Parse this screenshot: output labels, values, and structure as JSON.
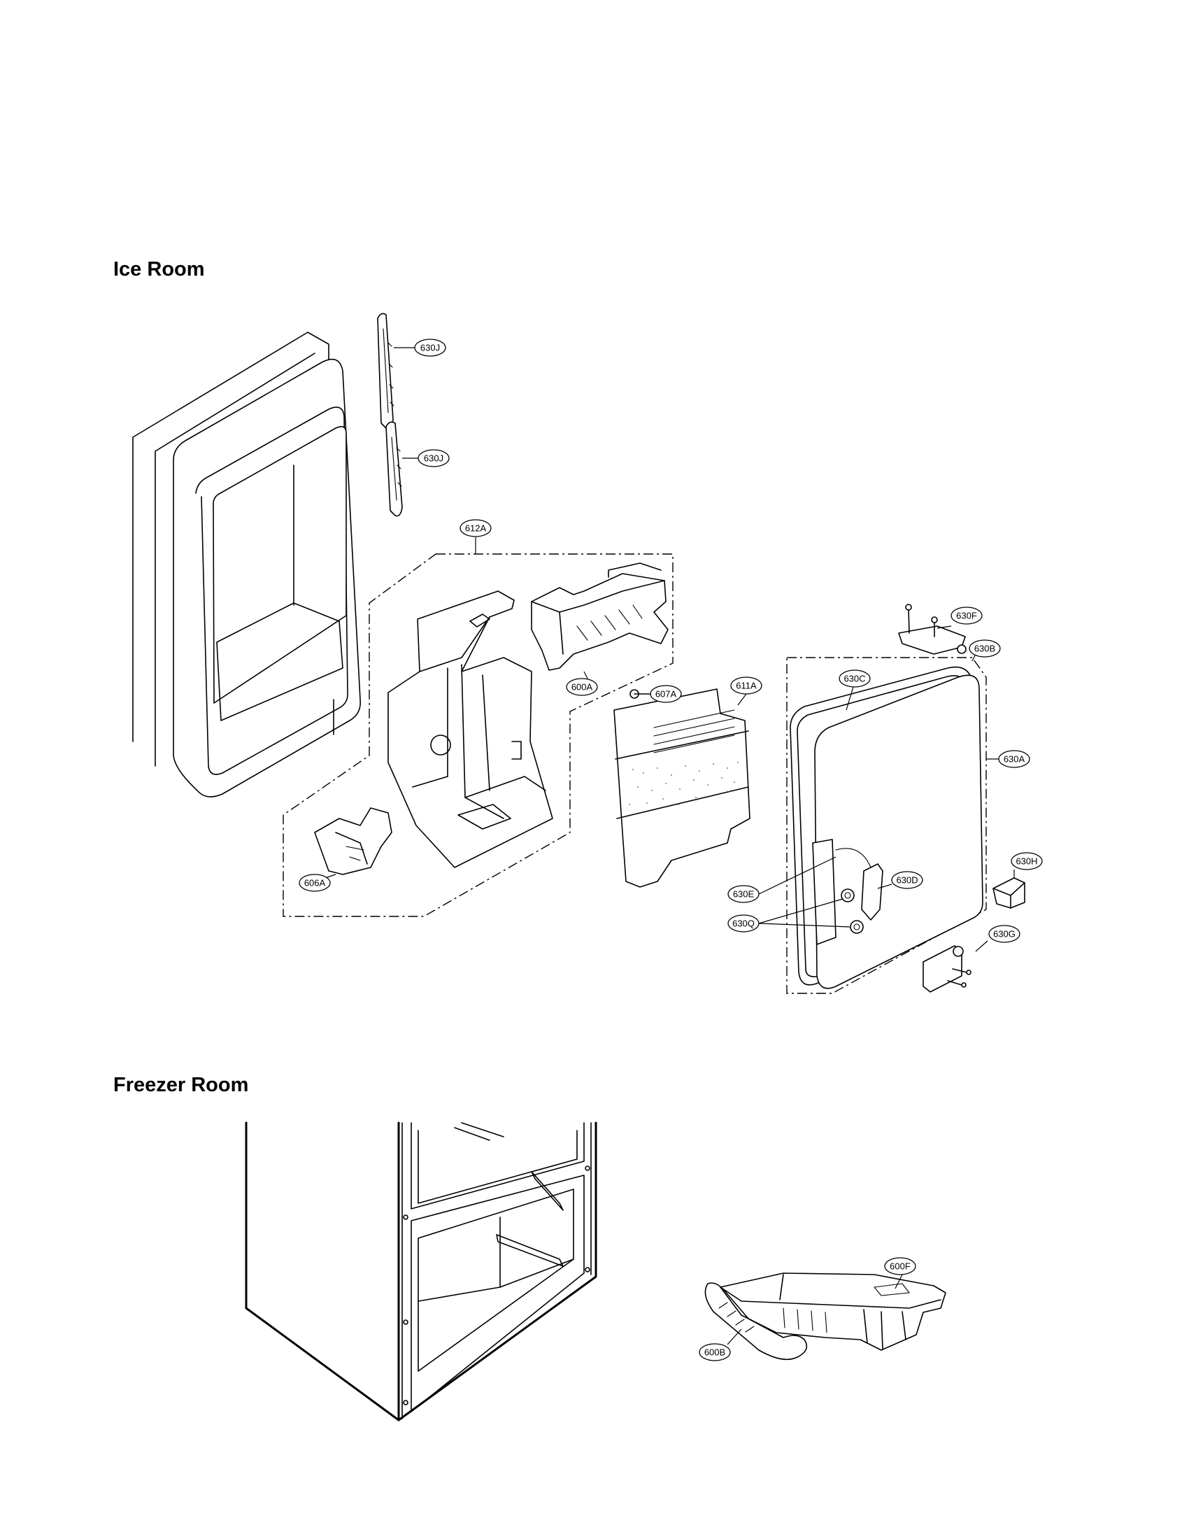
{
  "sections": {
    "ice_room": {
      "title": "Ice Room"
    },
    "freezer_room": {
      "title": "Freezer Room"
    }
  },
  "callouts": {
    "c630J_top": "630J",
    "c630J_bottom": "630J",
    "c612A": "612A",
    "c600A": "600A",
    "c607A": "607A",
    "c611A": "611A",
    "c606A": "606A",
    "c630F": "630F",
    "c630B": "630B",
    "c630C": "630C",
    "c630A": "630A",
    "c630H": "630H",
    "c630D": "630D",
    "c630E": "630E",
    "c630Q": "630Q",
    "c630G": "630G",
    "c600F": "600F",
    "c600B": "600B"
  }
}
